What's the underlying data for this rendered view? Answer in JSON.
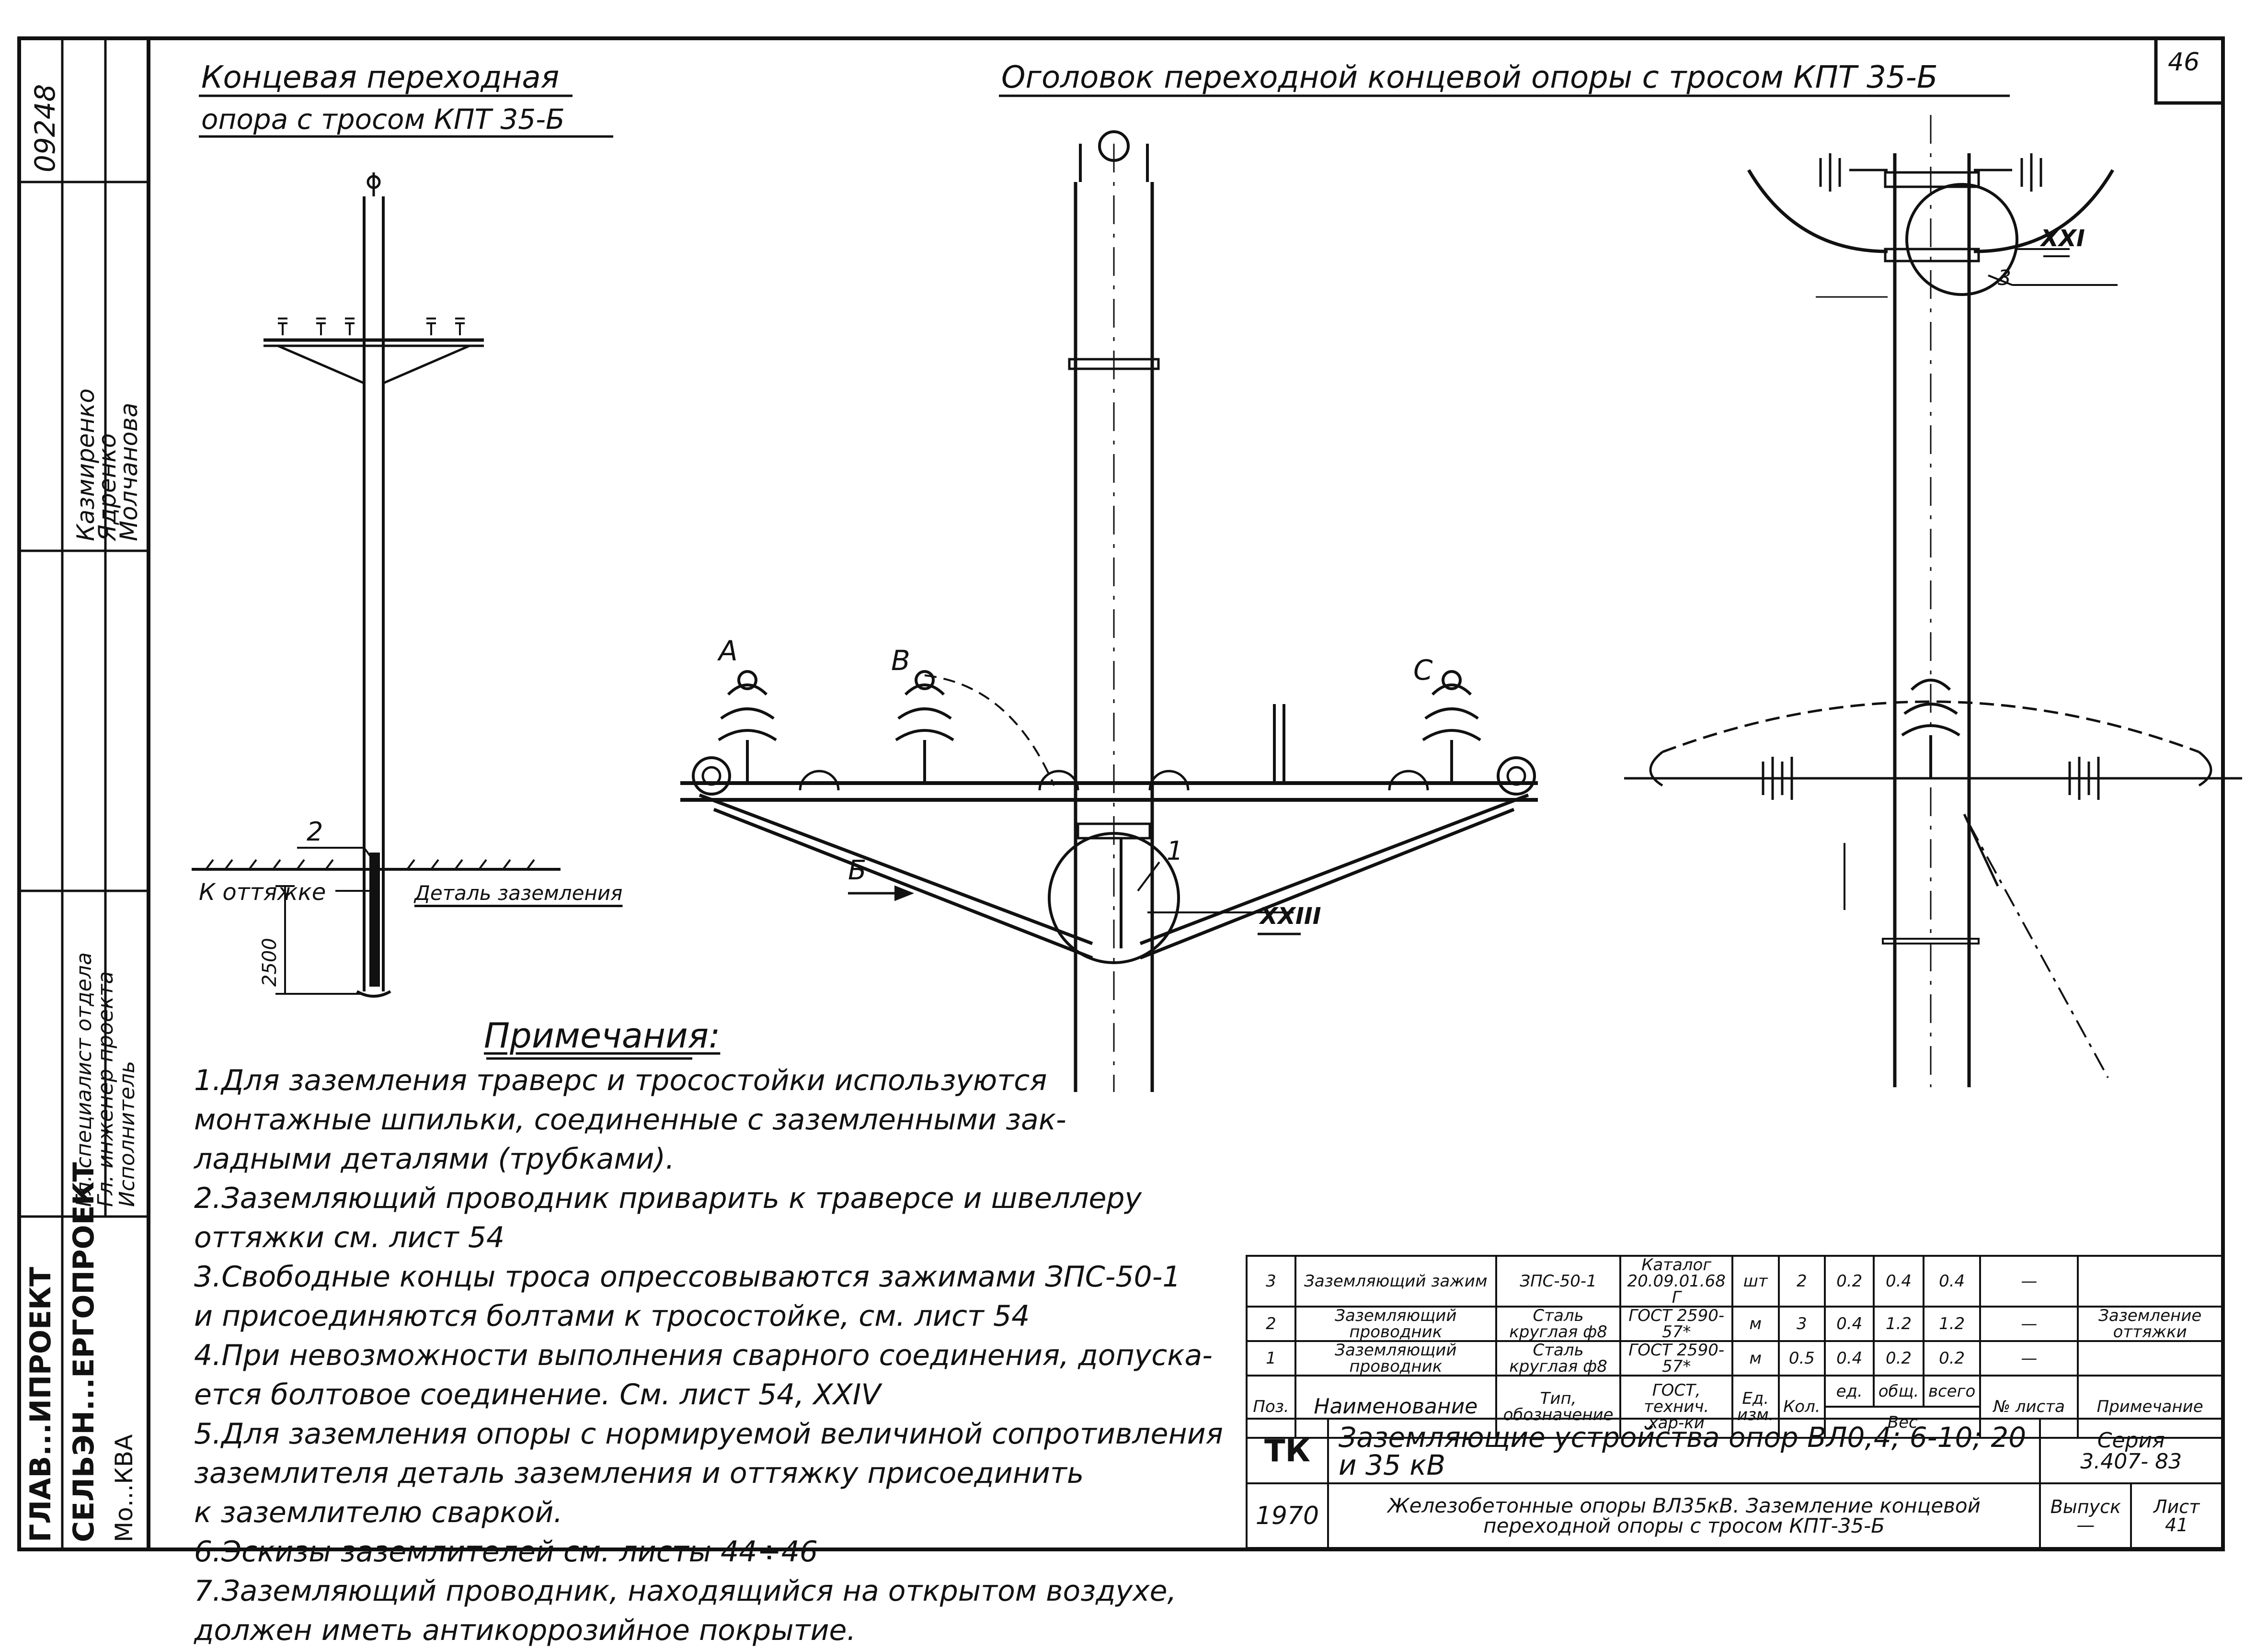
{
  "sheet_corner_number": "46",
  "stamp": {
    "code": "09248",
    "roles": [
      "Гл. специалист отдела",
      "Гл. инженер проекта",
      "Исполнитель"
    ],
    "names": [
      "Казмиренко",
      "Ядренко",
      "Молчанова"
    ],
    "org_lines": [
      "ГЛАВ...ИПРОЕКТ",
      "СЕЛЬЭН...ЕРГОПРОЕКТ",
      "Мо...КВА"
    ]
  },
  "drawing": {
    "left_title_line1": "Концевая переходная",
    "left_title_line2": "опора с тросом КПТ 35-Б",
    "main_title": "Оголовок переходной концевой опоры с тросом КПТ 35-Б",
    "label_2": "2",
    "label_k_ottyazhke": "К оттяжке",
    "label_detal": "Деталь заземления",
    "dim_2500": "2500",
    "phase_a": "А",
    "phase_b": "В",
    "phase_c": "С",
    "label_b_arrow": "Б",
    "label_1": "1",
    "node_xxiii": "XXIII",
    "node_xxi": "XXI",
    "label_3": "3"
  },
  "notes": {
    "heading": "Примечания:",
    "lines": [
      "1.Для заземления траверс и тросостойки используются",
      "монтажные шпильки, соединенные с заземленными зак-",
      "ладными деталями (трубками).",
      "2.Заземляющий проводник приварить к траверсе и швеллеру",
      "оттяжки см. лист 54",
      "3.Свободные концы троса опрессовываются зажимами ЗПС-50-1",
      "и присоединяются болтами к тросостойке, см. лист 54",
      "4.При невозможности выполнения сварного соединения, допуска-",
      "ется болтовое соединение. См. лист 54, XXIV",
      "5.Для заземления опоры с нормируемой величиной сопротивления",
      "заземлителя деталь заземления и оттяжку присоединить",
      "к заземлителю сваркой.",
      "6.Эскизы заземлителей см. листы 44÷46",
      "7.Заземляющий проводник, находящийся на открытом воздухе,",
      "должен иметь антикоррозийное покрытие."
    ]
  },
  "spec_table": {
    "rows": [
      {
        "pos": "3",
        "name": "Заземляющий зажим",
        "type": "ЗПС-50-1",
        "gost": "Каталог 20.09.01.68 Г",
        "unit": "шт",
        "qty": "2",
        "w1": "0.2",
        "w2": "0.4",
        "w3": "0.4",
        "sheet": "—",
        "note": ""
      },
      {
        "pos": "2",
        "name": "Заземляющий проводник",
        "type": "Сталь круглая ф8",
        "gost": "ГОСТ 2590-57*",
        "unit": "м",
        "qty": "3",
        "w1": "0.4",
        "w2": "1.2",
        "w3": "1.2",
        "sheet": "—",
        "note": "Заземление оттяжки"
      },
      {
        "pos": "1",
        "name": "Заземляющий проводник",
        "type": "Сталь круглая ф8",
        "gost": "ГОСТ 2590-57*",
        "unit": "м",
        "qty": "0.5",
        "w1": "0.4",
        "w2": "0.2",
        "w3": "0.2",
        "sheet": "—",
        "note": ""
      }
    ],
    "headers": {
      "pos": "Поз.",
      "name": "Наименование",
      "type": "Тип, обозначение",
      "gost": "ГОСТ, технич. хар-ки",
      "unit": "Ед. изм.",
      "qty": "Кол.",
      "w1": "ед.",
      "w2": "общ.",
      "w3": "всего",
      "weight": "Вес",
      "sheet": "№ листа",
      "note": "Примечание"
    }
  },
  "title_block": {
    "tk": "ТК",
    "title": "Заземляющие устройства опор ВЛ0,4; 6-10; 20 и 35 кВ",
    "series_label": "Серия",
    "series_value": "3.407- 83",
    "year": "1970",
    "subtitle_line1": "Железобетонные опоры ВЛ35кВ. Заземление концевой",
    "subtitle_line2": "переходной опоры с тросом КПТ-35-Б",
    "issue_label": "Выпуск",
    "issue_value": "—",
    "sheet_label": "Лист",
    "sheet_value": "41"
  }
}
